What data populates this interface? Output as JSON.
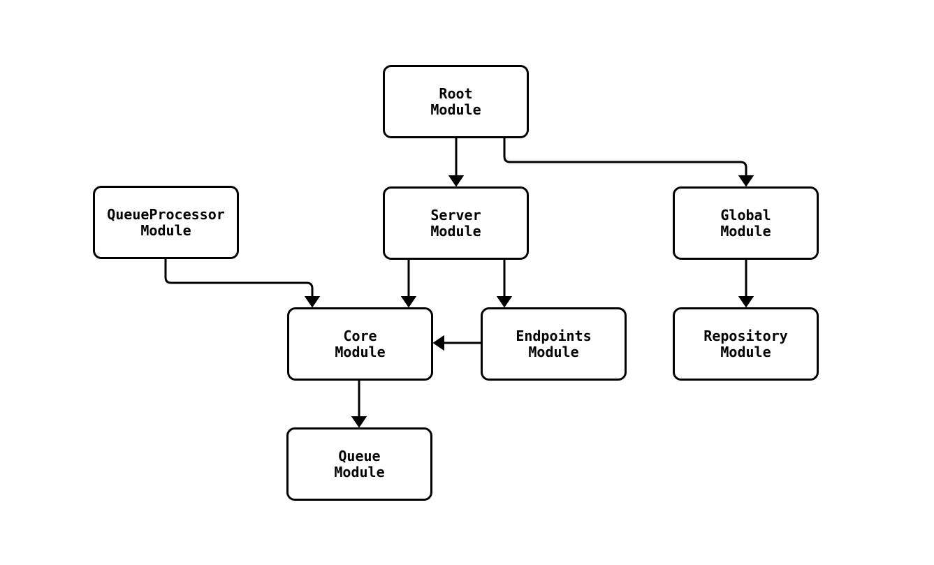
{
  "diagram": {
    "type": "module-dependency-graph",
    "background_color": "#ffffff",
    "stroke_color": "#000000",
    "text_color": "#000000",
    "nodes": [
      {
        "id": "root",
        "line1": "Root",
        "line2": "Module"
      },
      {
        "id": "queueprocessor",
        "line1": "QueueProcessor",
        "line2": "Module"
      },
      {
        "id": "server",
        "line1": "Server",
        "line2": "Module"
      },
      {
        "id": "global",
        "line1": "Global",
        "line2": "Module"
      },
      {
        "id": "core",
        "line1": "Core",
        "line2": "Module"
      },
      {
        "id": "endpoints",
        "line1": "Endpoints",
        "line2": "Module"
      },
      {
        "id": "repository",
        "line1": "Repository",
        "line2": "Module"
      },
      {
        "id": "queue",
        "line1": "Queue",
        "line2": "Module"
      }
    ],
    "edges": [
      {
        "from": "Root Module",
        "to": "Server Module"
      },
      {
        "from": "Root Module",
        "to": "Global Module"
      },
      {
        "from": "QueueProcessor Module",
        "to": "Core Module"
      },
      {
        "from": "Server Module",
        "to": "Core Module"
      },
      {
        "from": "Server Module",
        "to": "Endpoints Module"
      },
      {
        "from": "Endpoints Module",
        "to": "Core Module"
      },
      {
        "from": "Core Module",
        "to": "Queue Module"
      },
      {
        "from": "Global Module",
        "to": "Repository Module"
      }
    ]
  }
}
